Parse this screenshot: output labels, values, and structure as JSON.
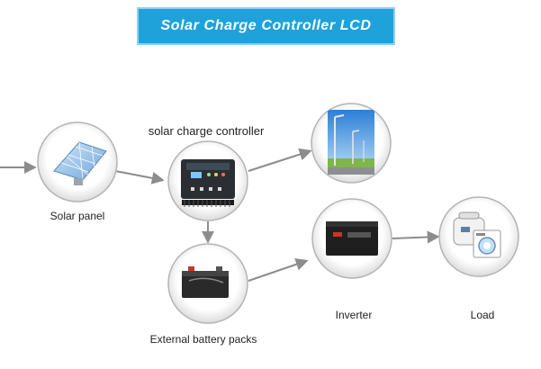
{
  "header": {
    "title": "Solar Charge Controller LCD"
  },
  "nodes": {
    "solar_panel": {
      "label": "Solar panel"
    },
    "controller": {
      "label": "solar charge controller"
    },
    "battery": {
      "label": "External battery packs"
    },
    "inverter": {
      "label": "Inverter"
    },
    "load": {
      "label": "Load"
    }
  },
  "colors": {
    "banner": "#1ea2d9",
    "arrow": "#8c8c8c",
    "circle_edge": "#b4b4b4"
  }
}
